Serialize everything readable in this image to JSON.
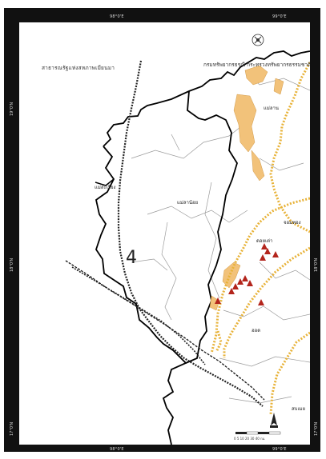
{
  "map": {
    "agency_name": "กรมทรัพยากรธรณี กระทรวงทรัพยากรธรรมชาติ",
    "country_label": "สาธารณรัฐแห่งสหภาพเมียนมา",
    "line_number": "4",
    "district_labels": [
      "แม่สะเรียง",
      "แม่ลาน้อย",
      "แม่ลาน",
      "ฮอด",
      "ดอยเต่า",
      "จอมทอง",
      "สบเมย"
    ],
    "top_ticks": [
      "98°0'E",
      "99°0'E"
    ],
    "bottom_ticks": [
      "98°0'E",
      "99°0'E"
    ],
    "left_ticks": [
      "18°0'N",
      "19°0'N",
      "17°0'N"
    ],
    "right_ticks": [
      "18°0'N",
      "17°0'N"
    ],
    "scale_label": "0  5  10  20  30  40 กม.",
    "colors": {
      "frame": "#111111",
      "boundary": "#000000",
      "district": "#9a9a9a",
      "deposit_fill": "#f2c27a",
      "fault_zone": "#e8b33a",
      "fault_line": "#222222",
      "triangle": "#b3251c"
    },
    "icons": [
      "emblem-icon",
      "north-arrow-icon",
      "scale-bar-icon",
      "deposit-triangle-icon"
    ]
  }
}
